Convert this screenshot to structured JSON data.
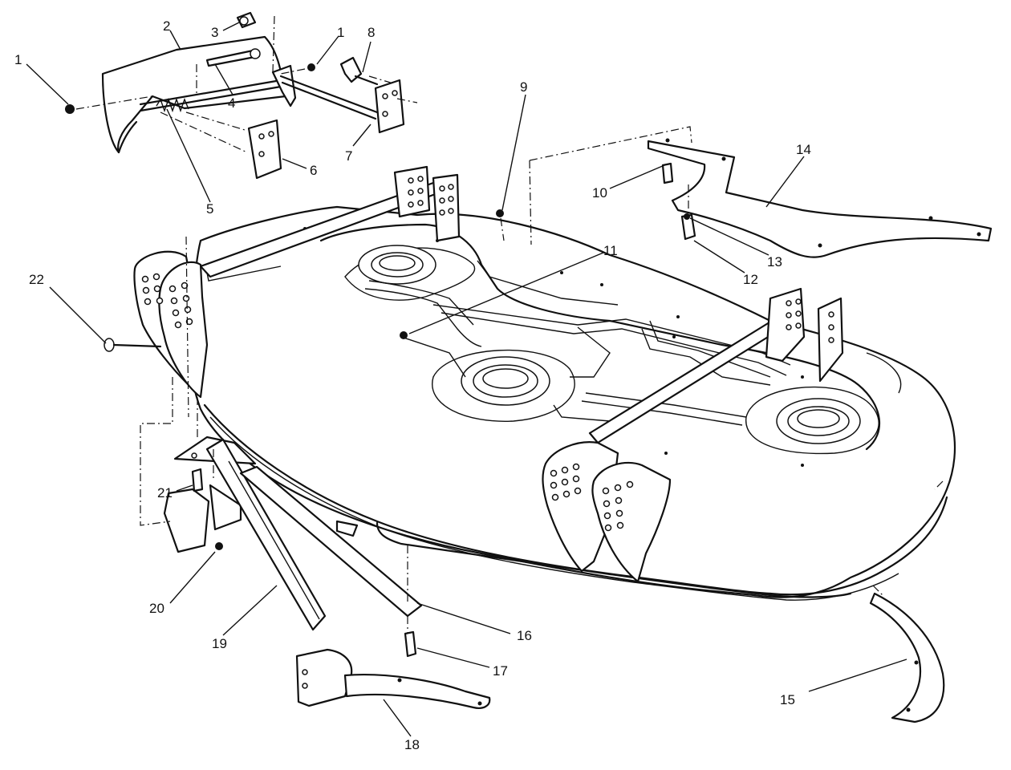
{
  "callouts": [
    {
      "id": "c1a",
      "text": "1"
    },
    {
      "id": "c2",
      "text": "2"
    },
    {
      "id": "c3",
      "text": "3"
    },
    {
      "id": "c1b",
      "text": "1"
    },
    {
      "id": "c8",
      "text": "8"
    },
    {
      "id": "c4",
      "text": "4"
    },
    {
      "id": "c5",
      "text": "5"
    },
    {
      "id": "c6",
      "text": "6"
    },
    {
      "id": "c7",
      "text": "7"
    },
    {
      "id": "c9",
      "text": "9"
    },
    {
      "id": "c10",
      "text": "10"
    },
    {
      "id": "c14",
      "text": "14"
    },
    {
      "id": "c13",
      "text": "13"
    },
    {
      "id": "c12",
      "text": "12"
    },
    {
      "id": "c11",
      "text": "11"
    },
    {
      "id": "c22",
      "text": "22"
    },
    {
      "id": "c21",
      "text": "21"
    },
    {
      "id": "c20",
      "text": "20"
    },
    {
      "id": "c19",
      "text": "19"
    },
    {
      "id": "c16",
      "text": "16"
    },
    {
      "id": "c17",
      "text": "17"
    },
    {
      "id": "c18",
      "text": "18"
    },
    {
      "id": "c15",
      "text": "15"
    }
  ]
}
